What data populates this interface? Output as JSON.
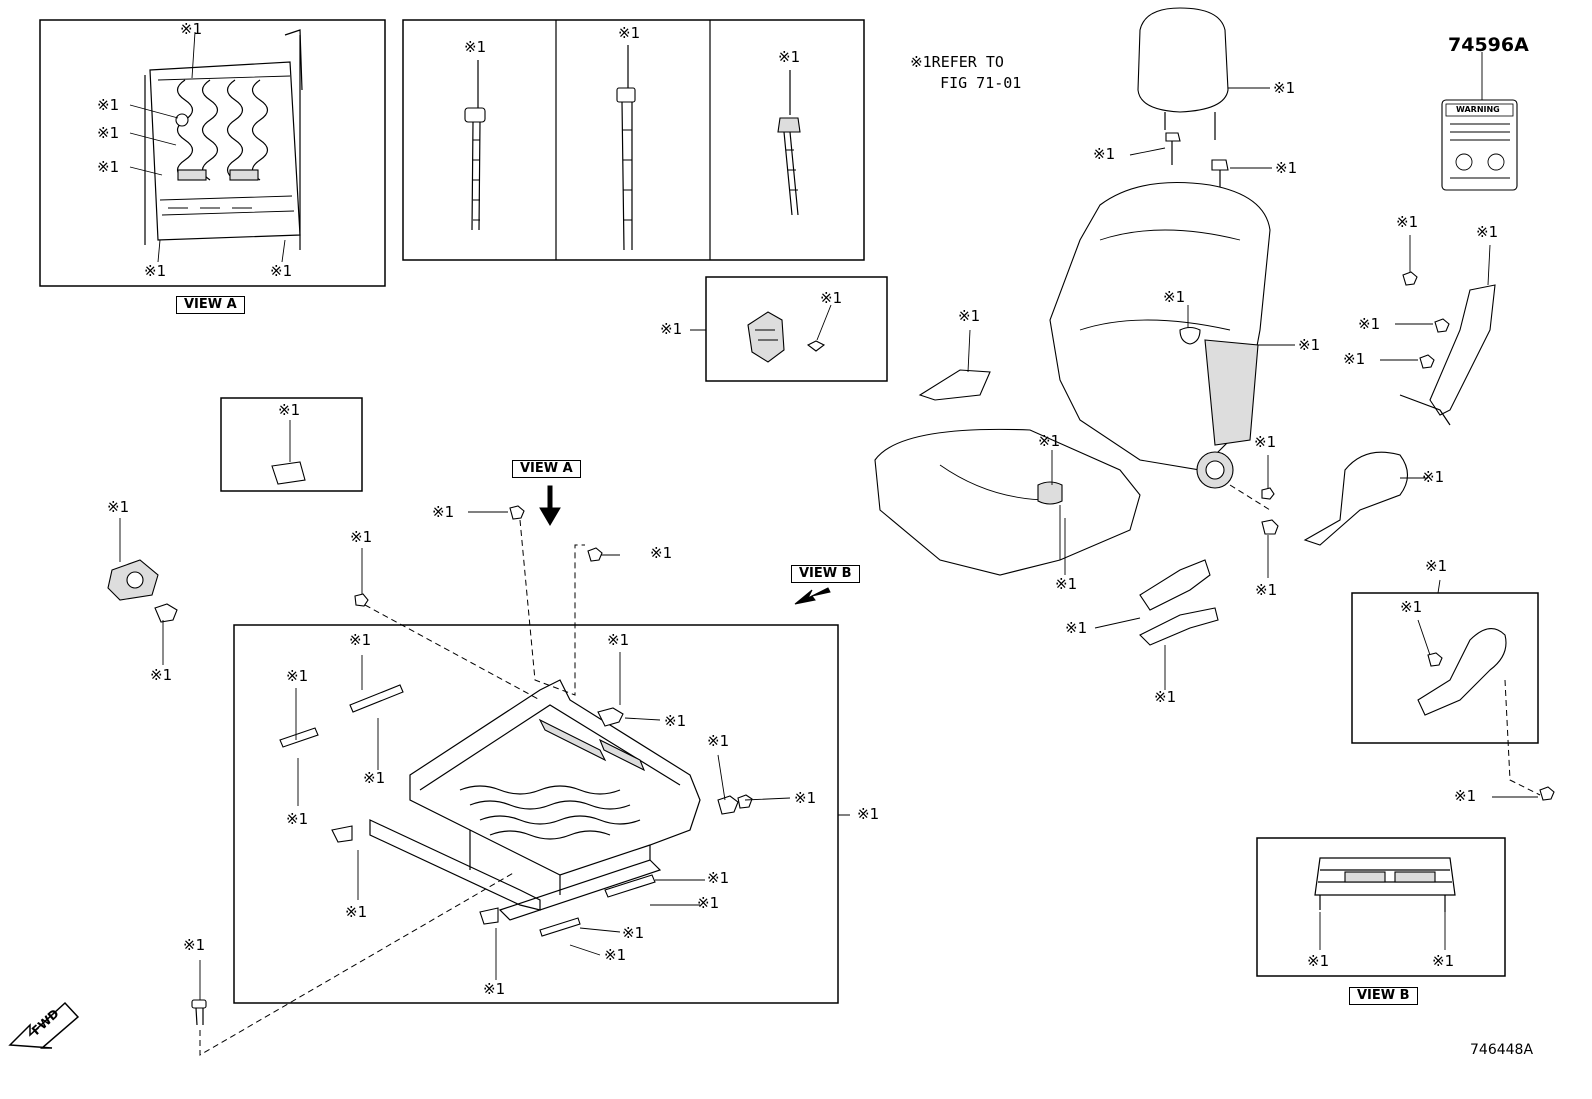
{
  "note": {
    "mark": "※1",
    "line1": "REFER TO",
    "line2": "FIG 71-01"
  },
  "part_number": "74596A",
  "figure_number": "746448A",
  "views": {
    "view_a": "VIEW A",
    "view_b": "VIEW B"
  },
  "fwd": "FWD",
  "warning_label": "WARNING",
  "callout": "※1"
}
